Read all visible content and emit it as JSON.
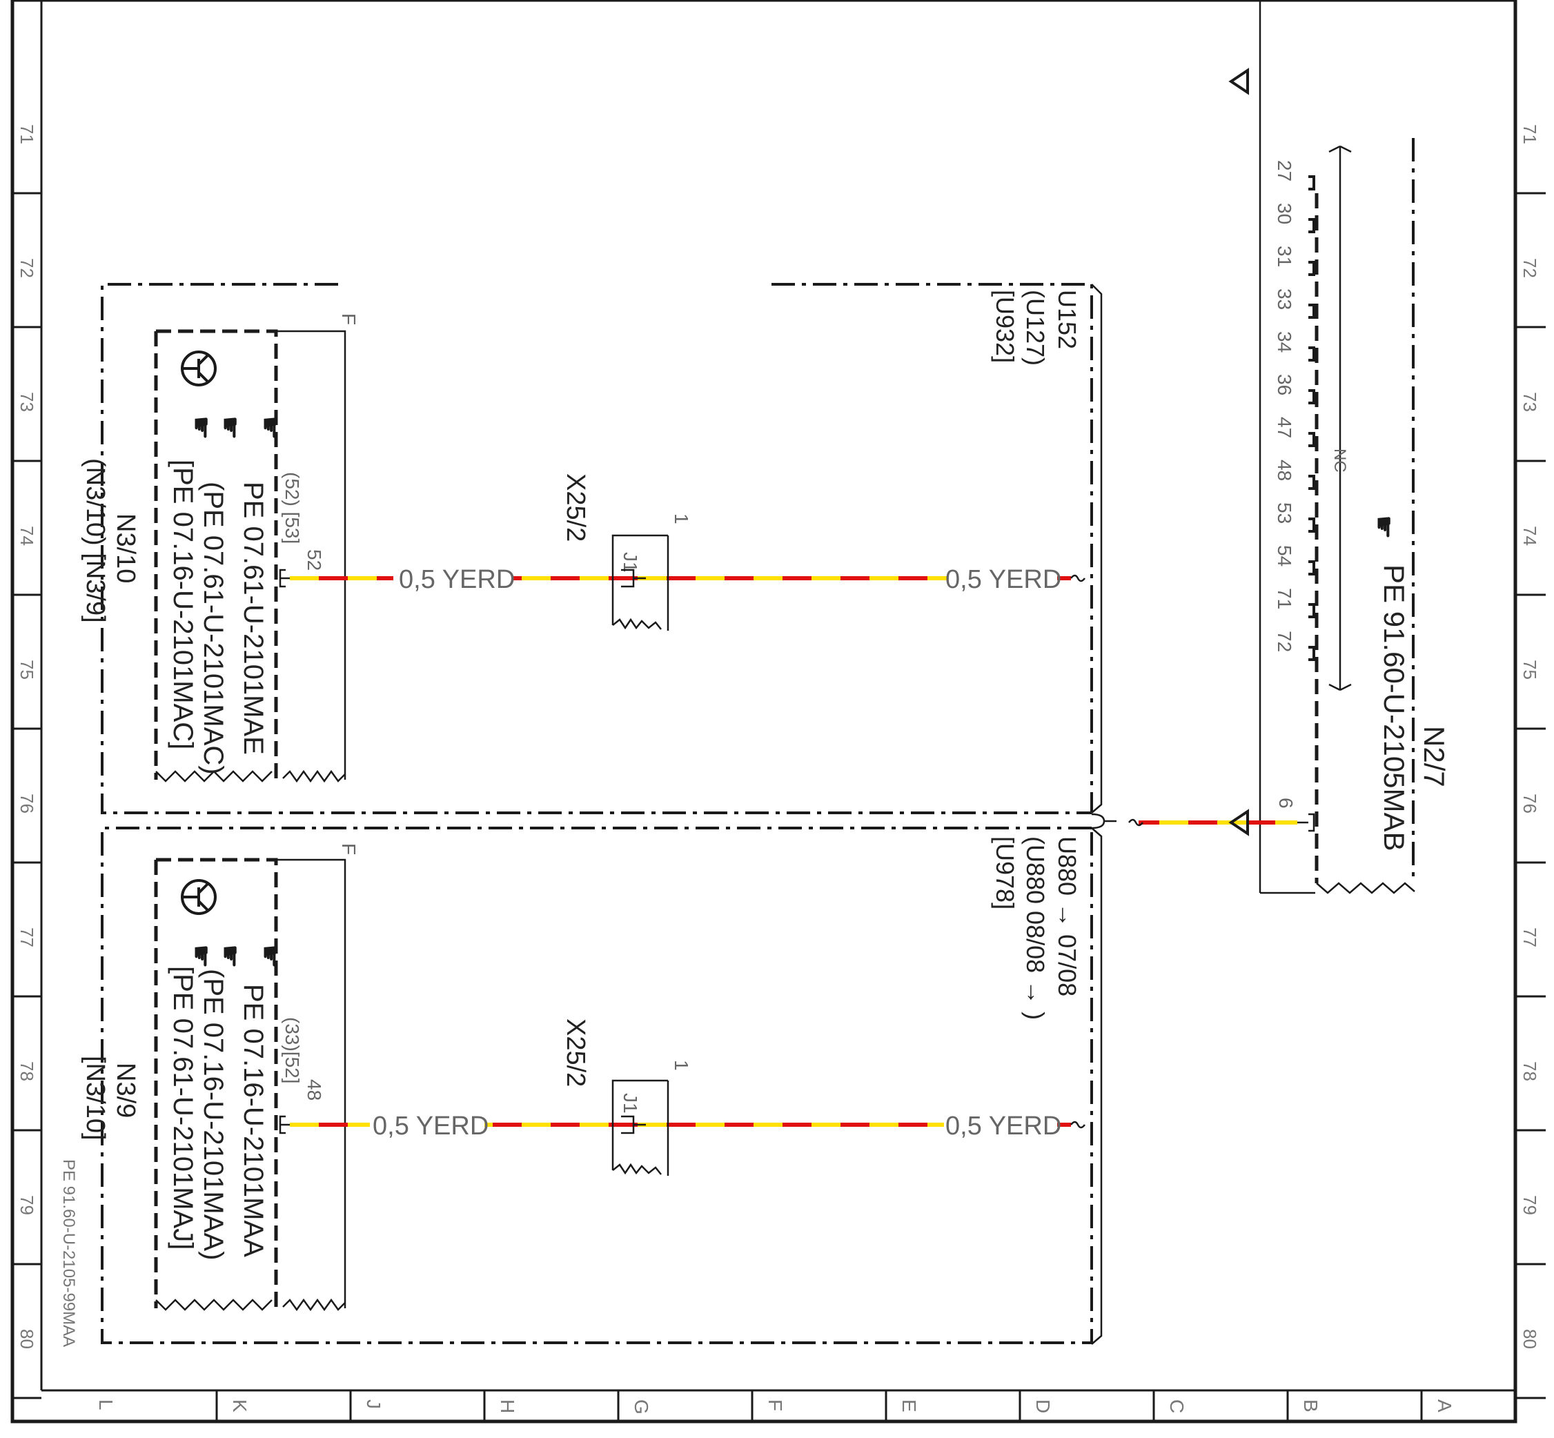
{
  "colors": {
    "wire_primary": "#ffe000",
    "wire_stripe": "#e01010",
    "ink": "#1a1a1a",
    "paper": "#ffffff"
  },
  "grid": {
    "row_numbers": [
      "71",
      "72",
      "73",
      "74",
      "75",
      "76",
      "77",
      "78",
      "79",
      "80"
    ],
    "column_letters": [
      "L",
      "K",
      "J",
      "H",
      "G",
      "F",
      "E",
      "D",
      "C",
      "B",
      "A"
    ]
  },
  "drawing_id": "PE 91.60-U-2105-99MAA",
  "module_upper": {
    "name": "N3/10",
    "name_variants": "(N3/10) [N3/9]",
    "variant_codes": [
      "U152",
      "(U127)",
      "[U932]"
    ],
    "corner_mark": "F",
    "references": [
      "PE 07.61-U-2101MAE",
      "(PE 07.61-U-2101MAC)",
      "[PE 07.16-U-2101MAC]"
    ],
    "pin": "52",
    "pin_variants": "(52) [53]",
    "wire_left": "0,5 YERD",
    "wire_right": "0,5 YERD",
    "connector": "X25/2",
    "connector_pin": "1",
    "connector_label": "J1",
    "icons": [
      "transistor-icon",
      "pointing-hand-icon"
    ]
  },
  "module_lower": {
    "name": "N3/9",
    "name_variants": "[N3/10]",
    "variant_codes": [
      "U880 → 07/08",
      "(U880 08/08 → )",
      "[U978]"
    ],
    "corner_mark": "F",
    "references": [
      "PE 07.16-U-2101MAA",
      "(PE 07.16-U-2101MAA)",
      "[PE 07.61-U-2101MAJ]"
    ],
    "pin": "48",
    "pin_variants": "(33)[52]",
    "wire_left": "0,5 YERD",
    "wire_right": "0,5 YERD",
    "connector": "X25/2",
    "connector_pin": "1",
    "connector_label": "J1",
    "icons": [
      "transistor-icon",
      "pointing-hand-icon"
    ]
  },
  "module_right": {
    "name": "N2/7",
    "reference": "PE 91.60-U-2105MAB",
    "pins": [
      "27",
      "30",
      "31",
      "33",
      "34",
      "36",
      "47",
      "48",
      "53",
      "54",
      "71",
      "72"
    ],
    "nc_label": "NC",
    "pin": "6"
  }
}
